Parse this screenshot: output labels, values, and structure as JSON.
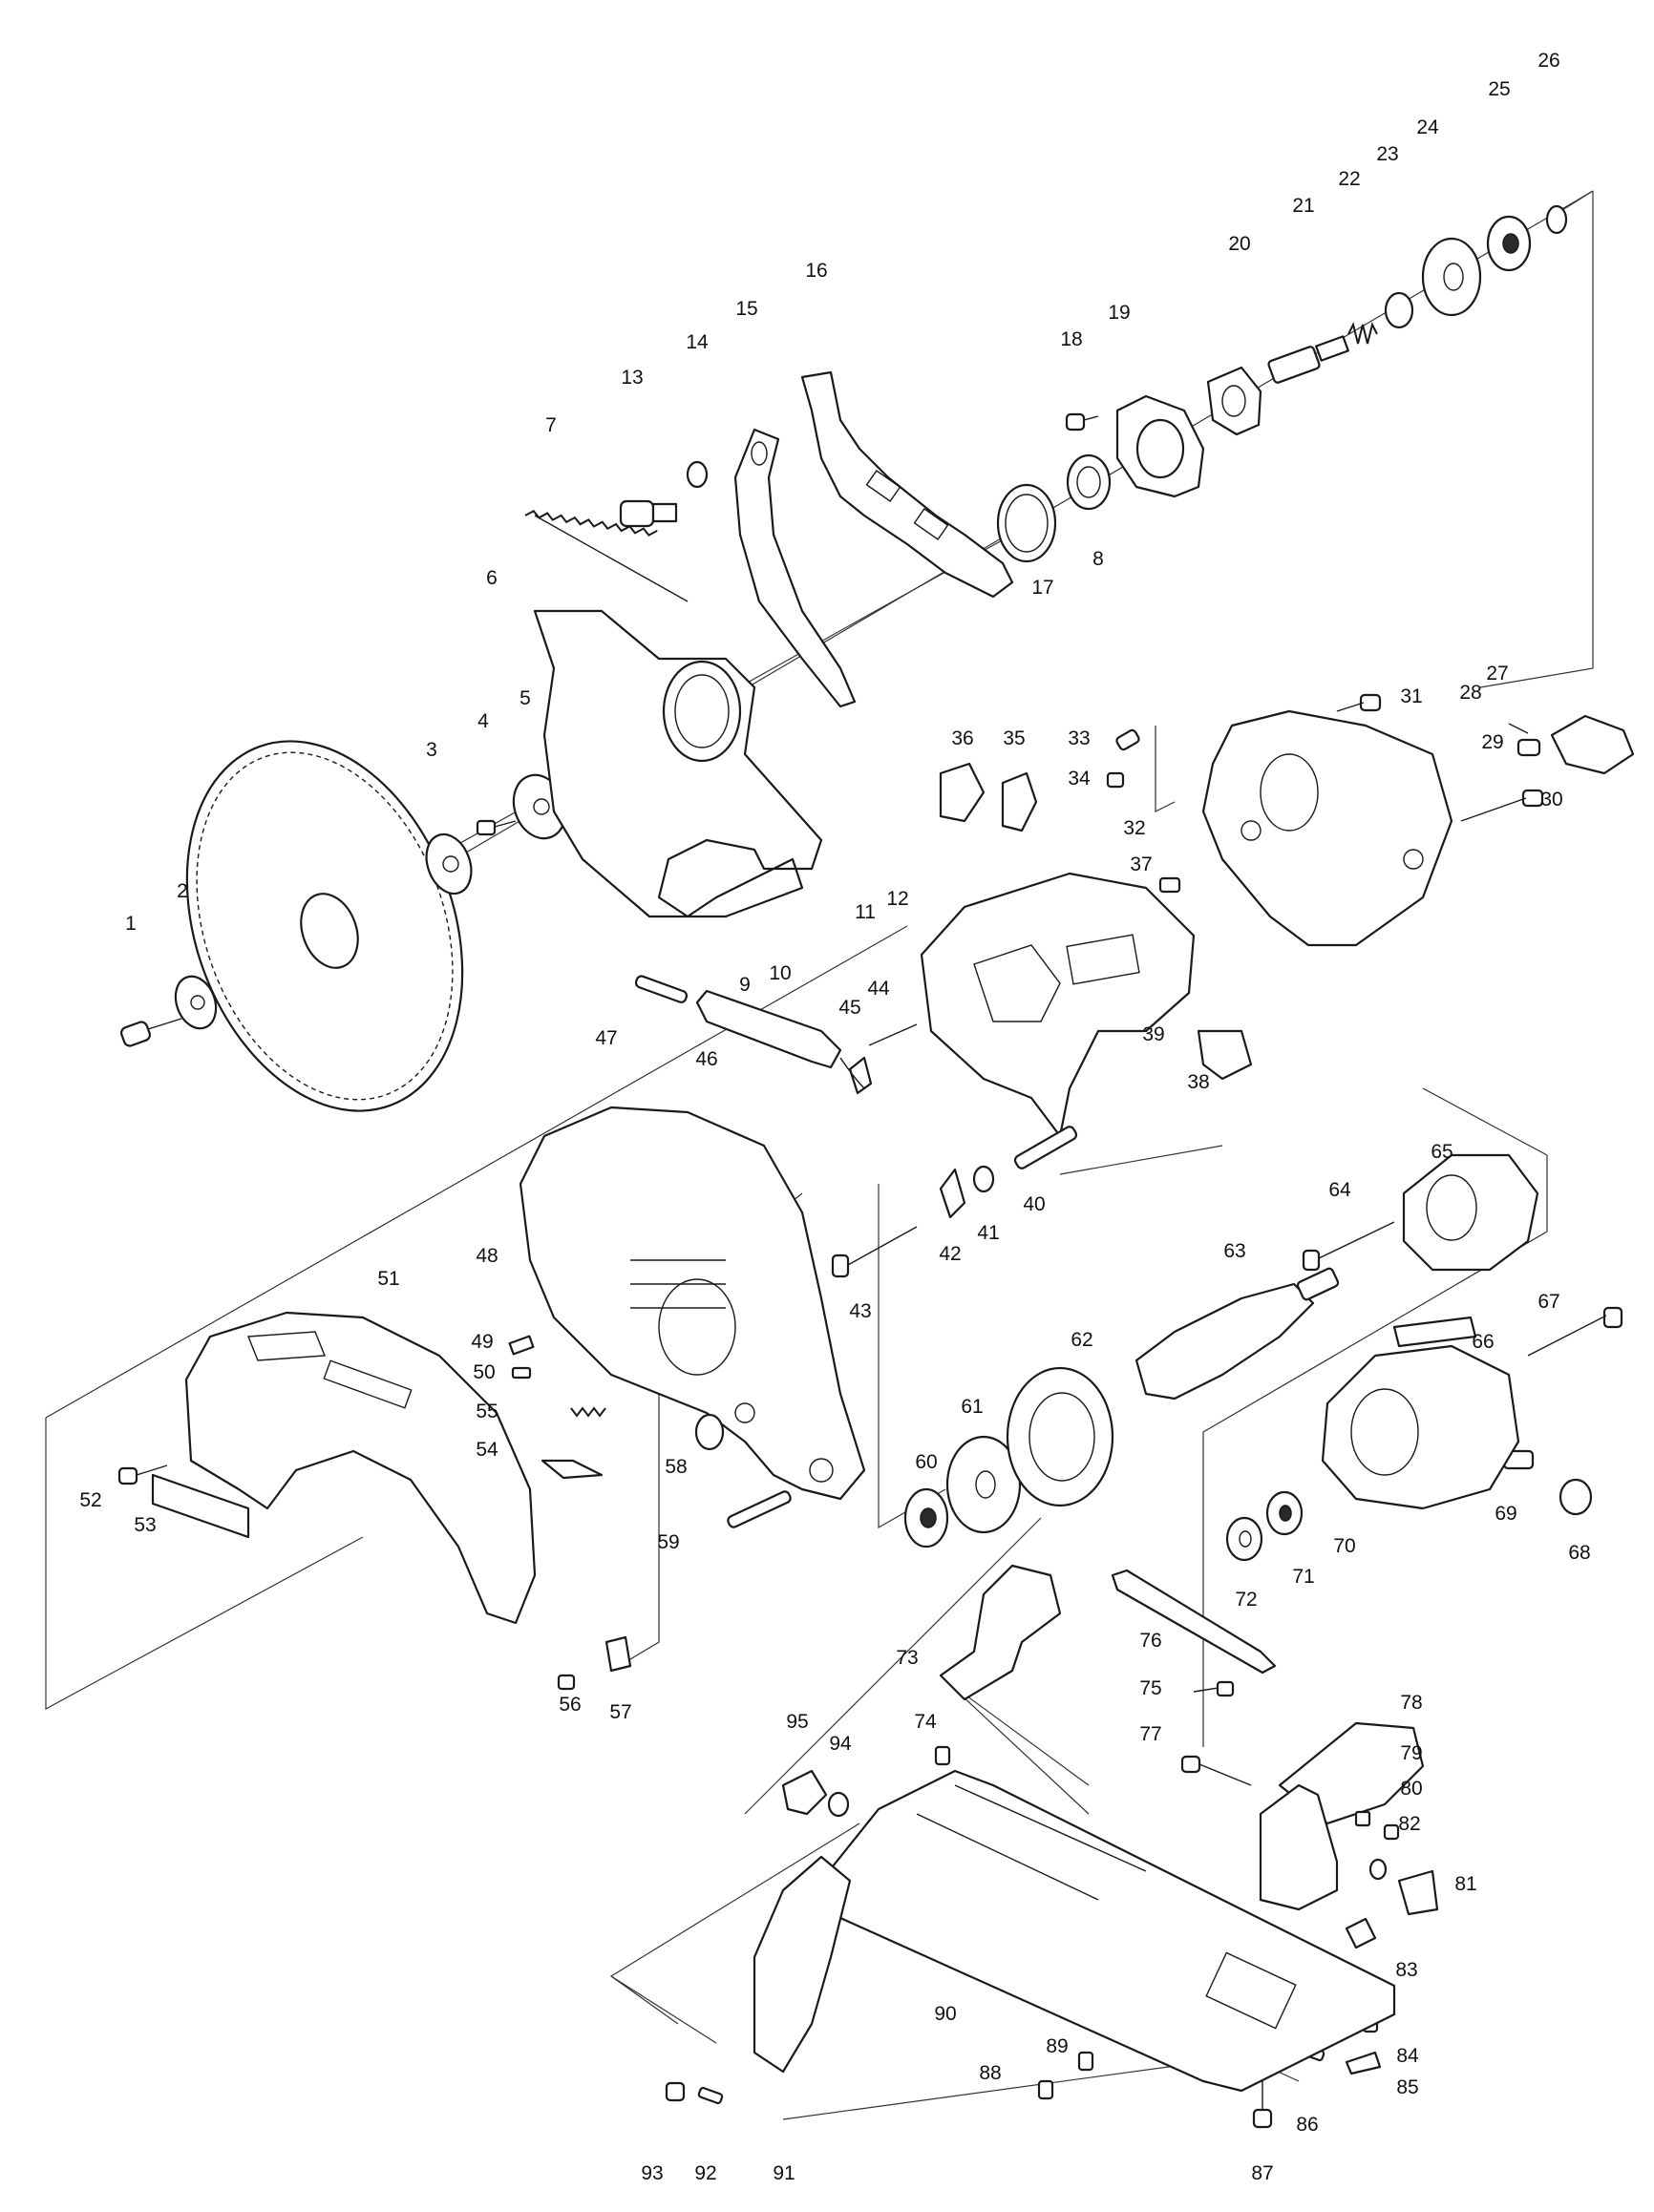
{
  "diagram": {
    "labels": [
      "1",
      "2",
      "3",
      "4",
      "5",
      "6",
      "7",
      "8",
      "9",
      "10",
      "11",
      "12",
      "13",
      "14",
      "15",
      "16",
      "17",
      "18",
      "19",
      "20",
      "21",
      "22",
      "23",
      "24",
      "25",
      "26",
      "27",
      "28",
      "29",
      "30",
      "31",
      "32",
      "33",
      "34",
      "35",
      "36",
      "37",
      "38",
      "39",
      "40",
      "41",
      "42",
      "43",
      "44",
      "45",
      "46",
      "47",
      "48",
      "49",
      "50",
      "51",
      "52",
      "53",
      "54",
      "55",
      "56",
      "57",
      "58",
      "59",
      "60",
      "61",
      "62",
      "63",
      "64",
      "65",
      "66",
      "67",
      "68",
      "69",
      "70",
      "71",
      "72",
      "73",
      "74",
      "75",
      "76",
      "77",
      "78",
      "79",
      "80",
      "81",
      "82",
      "83",
      "84",
      "85",
      "86",
      "87",
      "88",
      "89",
      "90",
      "91",
      "92",
      "93",
      "94",
      "95"
    ]
  }
}
